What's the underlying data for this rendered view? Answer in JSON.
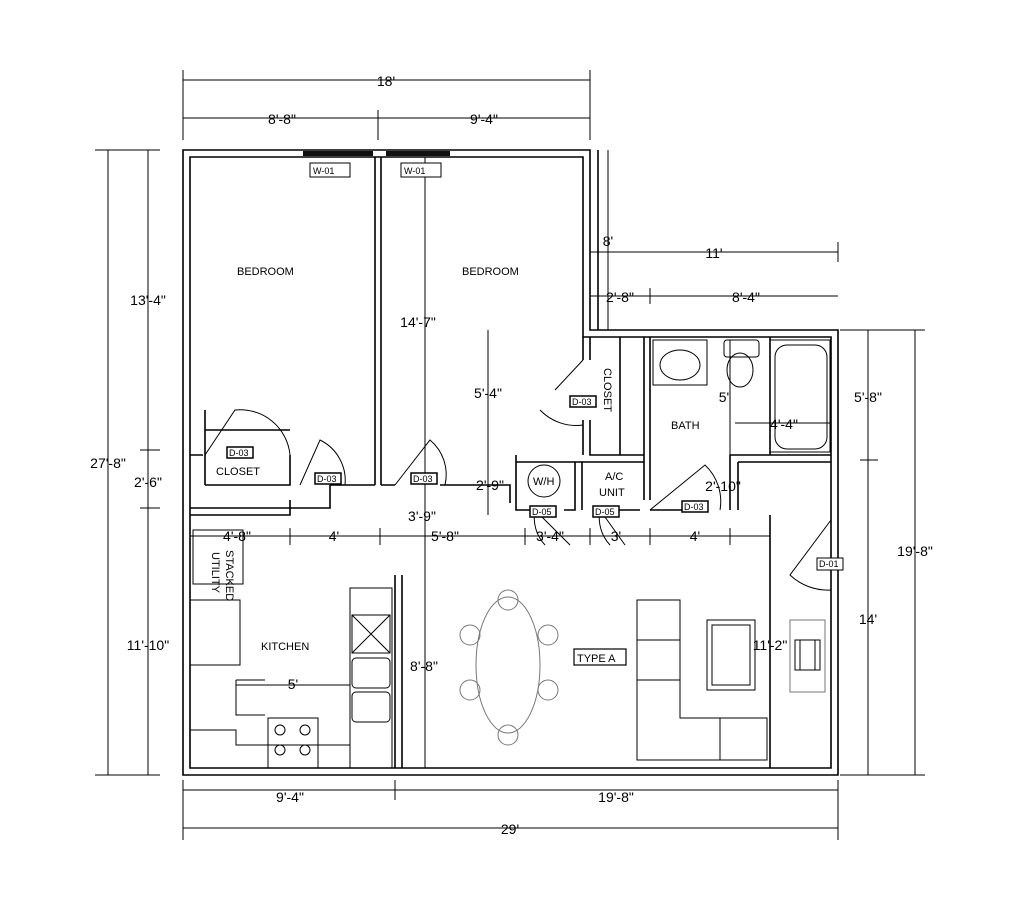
{
  "rooms": {
    "bedroom_left": "BEDROOM",
    "bedroom_right": "BEDROOM",
    "closet_left": "CLOSET",
    "closet_right": "CLOSET",
    "bath": "BATH",
    "kitchen": "KITCHEN",
    "wh": "W/H",
    "ac_line1": "A/C",
    "ac_line2": "UNIT",
    "stacked_line1": "STACKED",
    "stacked_line2": "UTILITY",
    "unit_type": "TYPE A"
  },
  "tags": {
    "window1": "W-01",
    "window2": "W-01",
    "d03_a": "D-03",
    "d03_b": "D-03",
    "d03_c": "D-03",
    "d03_d": "D-03",
    "d03_e": "D-03",
    "d05_a": "D-05",
    "d05_b": "D-05",
    "d01": "D-01"
  },
  "dimensions": {
    "top_total": "18'",
    "top_left": "8'-8\"",
    "top_right": "9'-4\"",
    "left_total": "27'-8\"",
    "left_upper": "13'-4\"",
    "left_mid": "2'-6\"",
    "left_lower": "11'-10\"",
    "right_total": "19'-8\"",
    "right_upper": "5'-8\"",
    "right_lower": "14'",
    "bottom_left": "9'-4\"",
    "bottom_right": "19'-8\"",
    "bottom_total": "29'",
    "step_8": "8'",
    "step_11": "11'",
    "step_2_8": "2'-8\"",
    "step_8_4": "8'-4\"",
    "bedroom_depth": "14'-7\"",
    "closet_5_4": "5'-4\"",
    "hall_2_9": "2'-9\"",
    "hall_3_9": "3'-9\"",
    "bath_5": "5'",
    "bath_4_4": "4'-4\"",
    "bath_2_10": "2'-10\"",
    "row_4_8": "4'-8\"",
    "row_4a": "4'",
    "row_5_8": "5'-8\"",
    "row_3_4": "3'-4\"",
    "row_3": "3'",
    "row_4b": "4'",
    "kitchen_5": "5'",
    "living_8_8": "8'-8\"",
    "living_11_2": "11'-2\""
  }
}
